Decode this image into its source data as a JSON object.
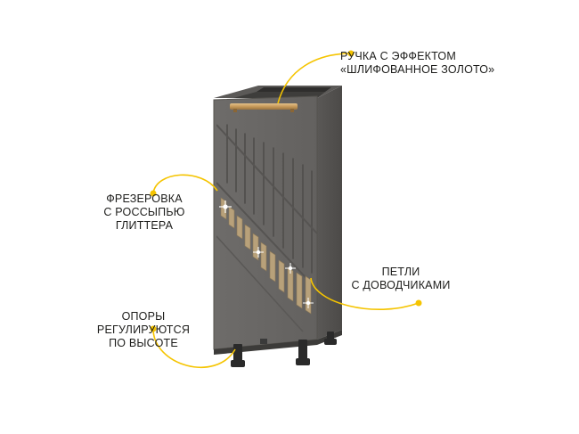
{
  "colors": {
    "accent": "#f5c400",
    "cabinet": "#6a6866",
    "cabinet_dark": "#4e4c4a",
    "handle": "#c79a5a",
    "glitter": "#b8a17a",
    "text": "#1d1d1b"
  },
  "callouts": {
    "handle": {
      "line1": "РУЧКА С ЭФФЕКТОМ",
      "line2": "«ШЛИФОВАННОЕ ЗОЛОТО»"
    },
    "milling": {
      "line1": "ФРЕЗЕРОВКА",
      "line2": "С РОССЫПЬЮ",
      "line3": "ГЛИТТЕРА"
    },
    "hinges": {
      "line1": "ПЕТЛИ",
      "line2": "С ДОВОДЧИКАМИ"
    },
    "legs": {
      "line1": "ОПОРЫ",
      "line2": "РЕГУЛИРУЮТСЯ",
      "line3": "ПО ВЫСОТЕ"
    }
  }
}
